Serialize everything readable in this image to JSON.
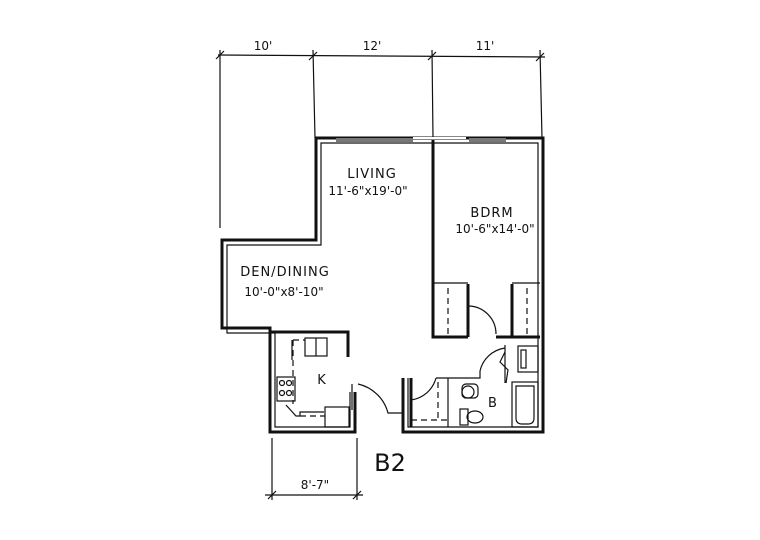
{
  "plan": {
    "unit_name": "B2",
    "top_dimensions": [
      "10'",
      "12'",
      "11'"
    ],
    "bottom_dimension": "8'-7\"",
    "rooms": [
      {
        "name": "LIVING",
        "size": "11'-6\"x19'-0\""
      },
      {
        "name": "BDRM",
        "size": "10'-6\"x14'-0\""
      },
      {
        "name": "DEN/DINING",
        "size": "10'-0\"x8'-10\""
      },
      {
        "name": "K"
      },
      {
        "name": "B"
      }
    ]
  }
}
